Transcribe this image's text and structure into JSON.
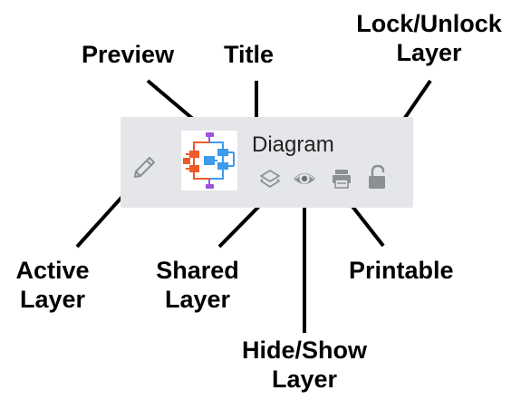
{
  "labels": {
    "preview": "Preview",
    "title": "Title",
    "lock_unlock": [
      "Lock/Unlock",
      "Layer"
    ],
    "active_layer": [
      "Active",
      "Layer"
    ],
    "shared_layer": [
      "Shared",
      "Layer"
    ],
    "hide_show": [
      "Hide/Show",
      "Layer"
    ],
    "printable": "Printable"
  },
  "layer_row": {
    "title": "Diagram"
  },
  "icons": {
    "active": "pencil-icon",
    "preview": "diagram-thumbnail",
    "shared": "layers-icon",
    "visibility": "eye-icon",
    "printable": "printer-icon",
    "lock": "unlocked-padlock-icon"
  },
  "colors": {
    "panel": "#e4e6e9",
    "icon_gray": "#8c8f94",
    "thumb_orange": "#ee5a2a",
    "thumb_blue": "#3d9bea",
    "thumb_purple": "#9b53e0"
  }
}
